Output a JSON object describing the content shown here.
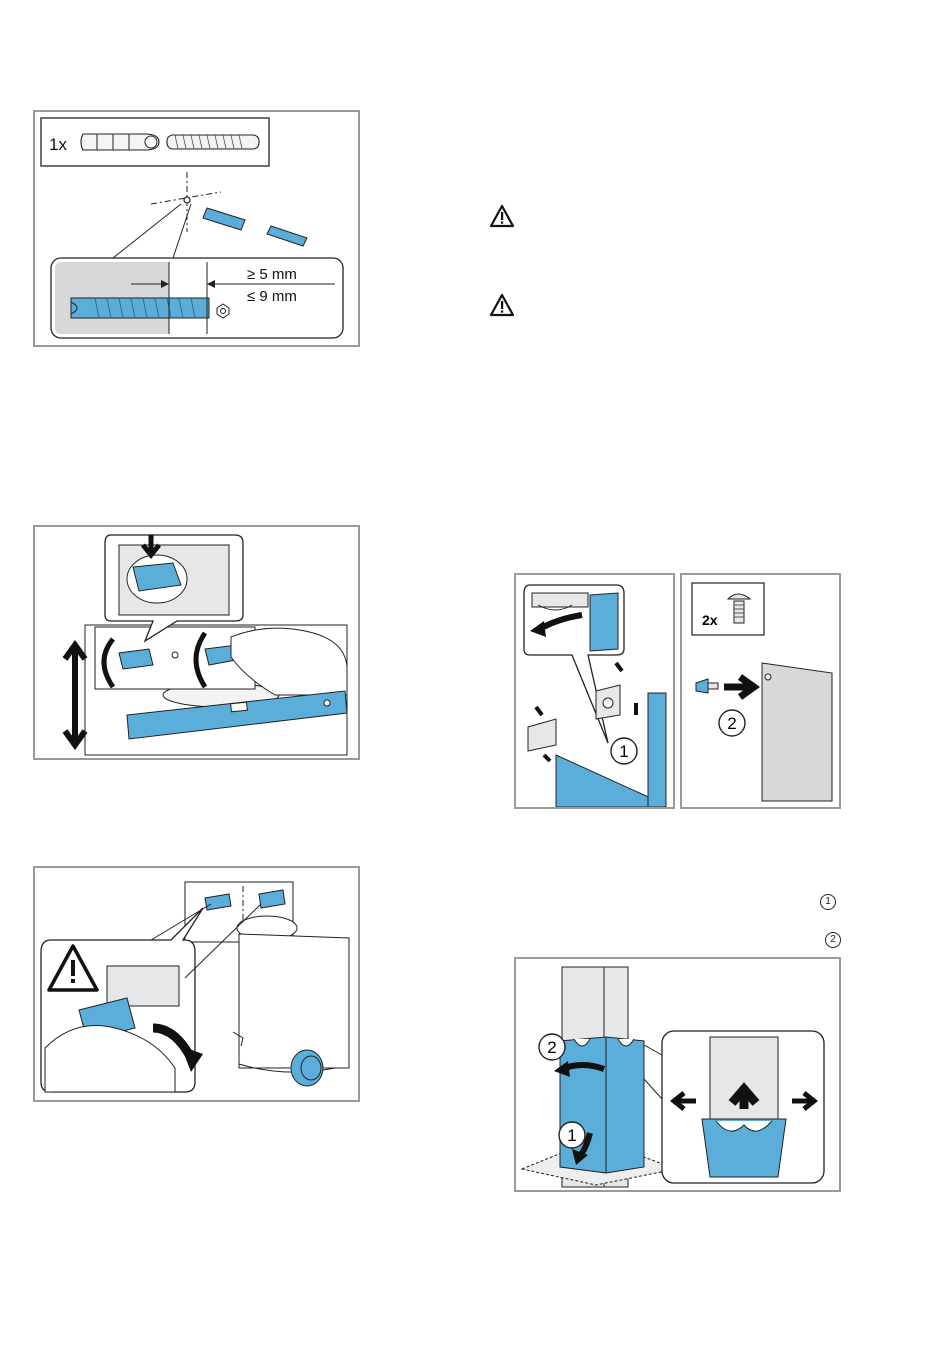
{
  "figures": {
    "anchor": {
      "quantity_label": "1x",
      "min_depth": "≥ 5 mm",
      "max_depth": "≤ 9 mm"
    },
    "bracket": {
      "quantity_label": "2x",
      "step_1": "1",
      "step_2": "2"
    },
    "duct": {
      "step_1": "1",
      "step_2": "2"
    }
  },
  "inline_markers": {
    "step_1": "1",
    "step_2": "2"
  },
  "colors": {
    "part_blue": "#5aaed9",
    "frame_gray": "#9a9a9a",
    "panel_gray": "#d6d8da",
    "outline": "#222222"
  }
}
